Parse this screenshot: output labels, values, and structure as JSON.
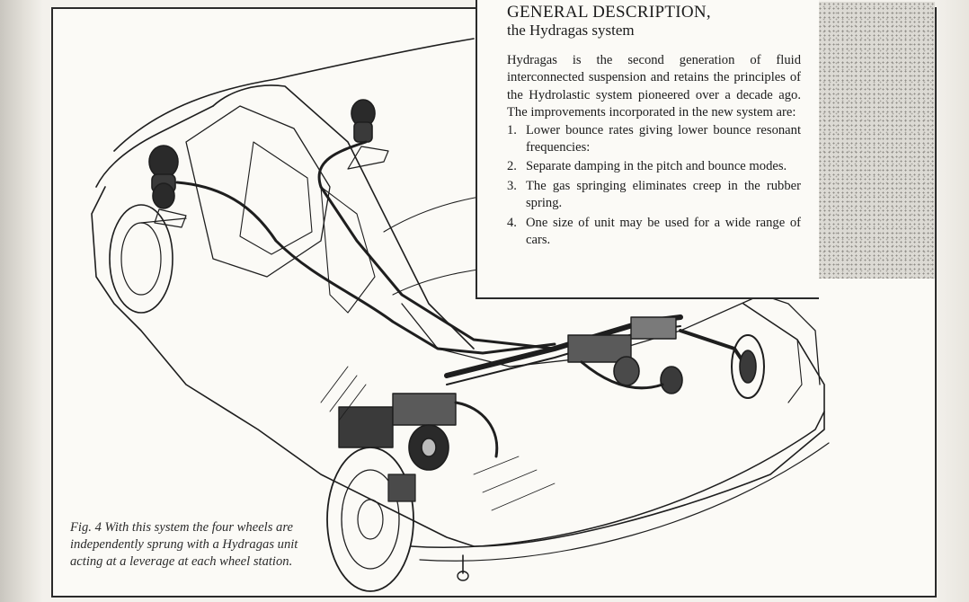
{
  "description": {
    "heading": "GENERAL DESCRIPTION,",
    "subheading": "the Hydragas system",
    "intro": "Hydragas is the second generation of fluid interconnected suspension and retains the principles of the Hydrolastic system pioneered over a decade ago. The improvements incorporated in the new system are:",
    "improvements": [
      {
        "num": "1.",
        "text": "Lower bounce rates giving lower bounce resonant frequencies:"
      },
      {
        "num": "2.",
        "text": "Separate damping in the pitch and bounce modes."
      },
      {
        "num": "3.",
        "text": "The gas springing eliminates creep in the rubber spring."
      },
      {
        "num": "4.",
        "text": "One size of unit may be used for a wide range of cars."
      }
    ]
  },
  "caption": {
    "label": "Fig. 4",
    "text": "With this system the four wheels are independently sprung with a Hydragas unit acting at a leverage at each wheel station."
  }
}
